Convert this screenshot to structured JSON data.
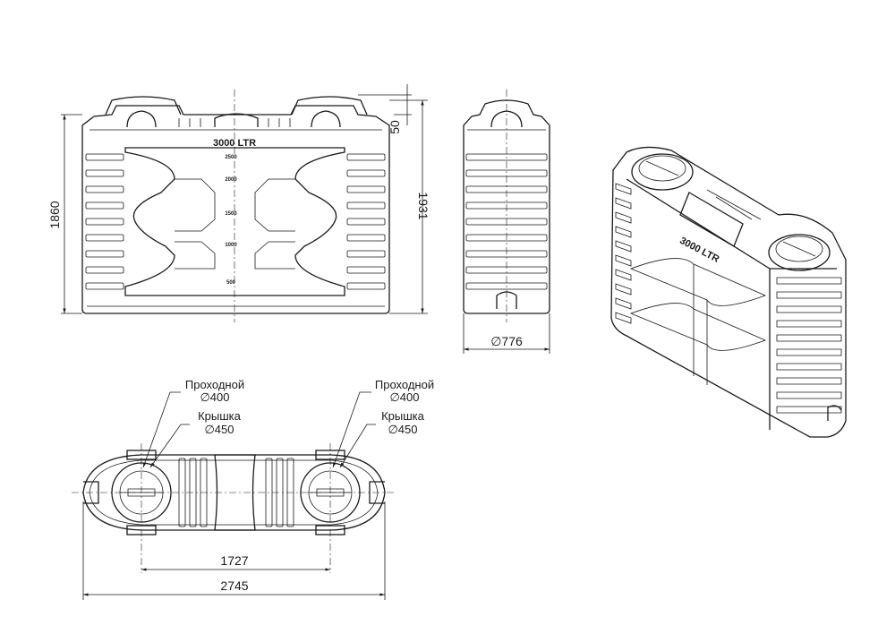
{
  "front_view": {
    "capacity_label": "3000 LTR",
    "scale_marks": [
      "2500",
      "2000",
      "1500",
      "1000",
      "500"
    ],
    "height_dim": "1860",
    "total_height_dim": "1931",
    "lid_dim": "50"
  },
  "side_view": {
    "width_dim": "∅776"
  },
  "top_view": {
    "left_manhole_label": "Проходной",
    "left_manhole_size": "∅400",
    "left_lid_label": "Крышка",
    "left_lid_size": "∅450",
    "right_manhole_label": "Проходной",
    "right_manhole_size": "∅400",
    "right_lid_label": "Крышка",
    "right_lid_size": "∅450",
    "manhole_spacing_dim": "1727",
    "length_dim": "2745"
  },
  "iso_view": {
    "capacity_label": "3000 LTR"
  }
}
